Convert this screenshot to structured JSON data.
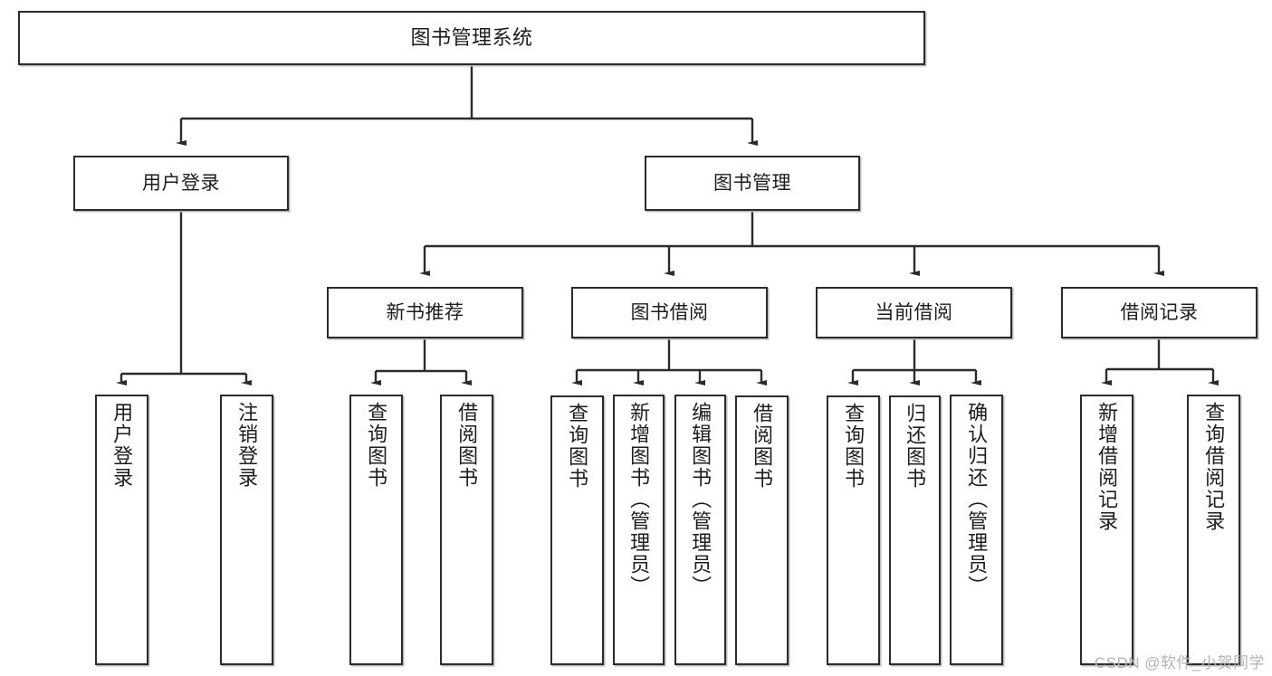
{
  "diagram": {
    "title": "图书管理系统",
    "type": "tree",
    "root": {
      "label": "图书管理系统"
    },
    "level2": [
      {
        "label": "用户登录"
      },
      {
        "label": "图书管理"
      }
    ],
    "level3": [
      {
        "label": "新书推荐"
      },
      {
        "label": "图书借阅"
      },
      {
        "label": "当前借阅"
      },
      {
        "label": "借阅记录"
      }
    ],
    "leaves": {
      "user_login": [
        {
          "label": "用户登录"
        },
        {
          "label": "注销登录"
        }
      ],
      "new_book_recommend": [
        {
          "label": "查询图书"
        },
        {
          "label": "借阅图书"
        }
      ],
      "book_borrow": [
        {
          "label": "查询图书"
        },
        {
          "label": "新增图书（管理员）"
        },
        {
          "label": "编辑图书（管理员）"
        },
        {
          "label": "借阅图书"
        }
      ],
      "current_borrow": [
        {
          "label": "查询图书"
        },
        {
          "label": "归还图书"
        },
        {
          "label": "确认归还（管理员）"
        }
      ],
      "borrow_record": [
        {
          "label": "新增借阅记录"
        },
        {
          "label": "查询借阅记录"
        }
      ]
    }
  },
  "watermark": {
    "text": "CSDN @软件_小贺同学"
  },
  "colors": {
    "border": "#2b2b2b",
    "background": "#ffffff",
    "text": "#1d1d1d",
    "watermark": "#b3b3b3"
  }
}
